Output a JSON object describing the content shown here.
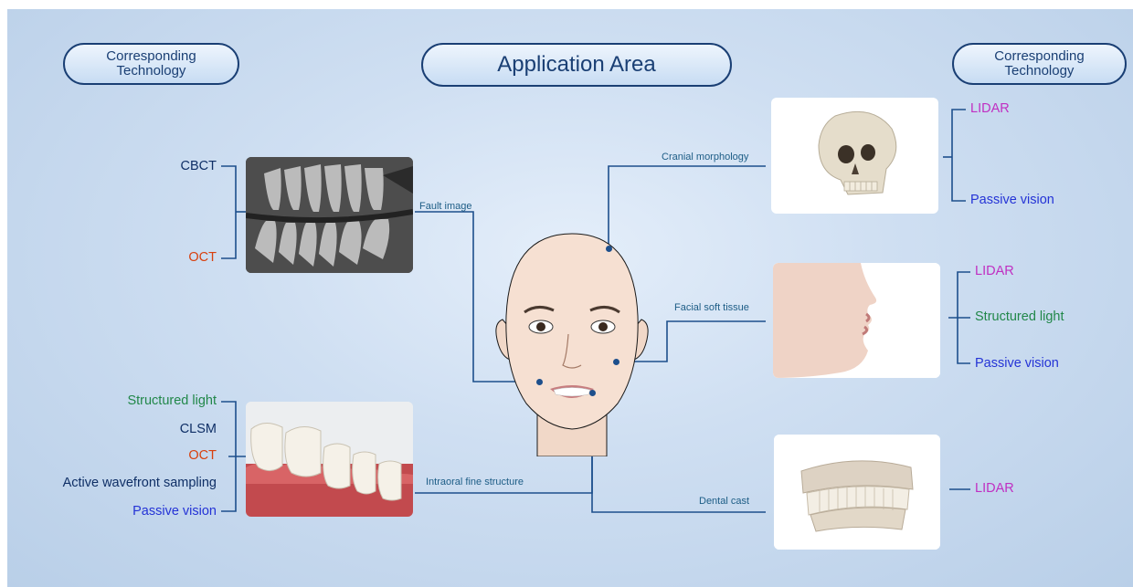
{
  "headers": {
    "left_tech": "Corresponding Technology",
    "center": "Application Area",
    "right_tech": "Corresponding Technology"
  },
  "colors": {
    "navy": "#0f2f66",
    "red": "#d8400e",
    "magenta": "#c02fc2",
    "green": "#218749",
    "blue": "#2433d6",
    "connector": "#1d4f8c",
    "category_text": "#1d5d86"
  },
  "categories": {
    "cranial": "Cranial morphology",
    "fault": "Fault image",
    "facial": "Facial soft tissue",
    "intraoral": "Intraoral fine structure",
    "dental": "Dental cast"
  },
  "left_top_tech": [
    "CBCT",
    "OCT"
  ],
  "left_bottom_tech": [
    "Structured light",
    "CLSM",
    "OCT",
    "Active wavefront sampling",
    "Passive vision"
  ],
  "right_cranial_tech": [
    "LIDAR",
    "Passive vision"
  ],
  "right_facial_tech": [
    "LIDAR",
    "Structured light",
    "Passive vision"
  ],
  "right_dental_tech": [
    "LIDAR"
  ],
  "images": {
    "xray": "panoramic-xray-image",
    "teeth": "teeth-3d-image",
    "skull": "skull-image",
    "face_profile": "face-profile-image",
    "dental_cast": "dental-cast-image",
    "head": "head-illustration"
  }
}
